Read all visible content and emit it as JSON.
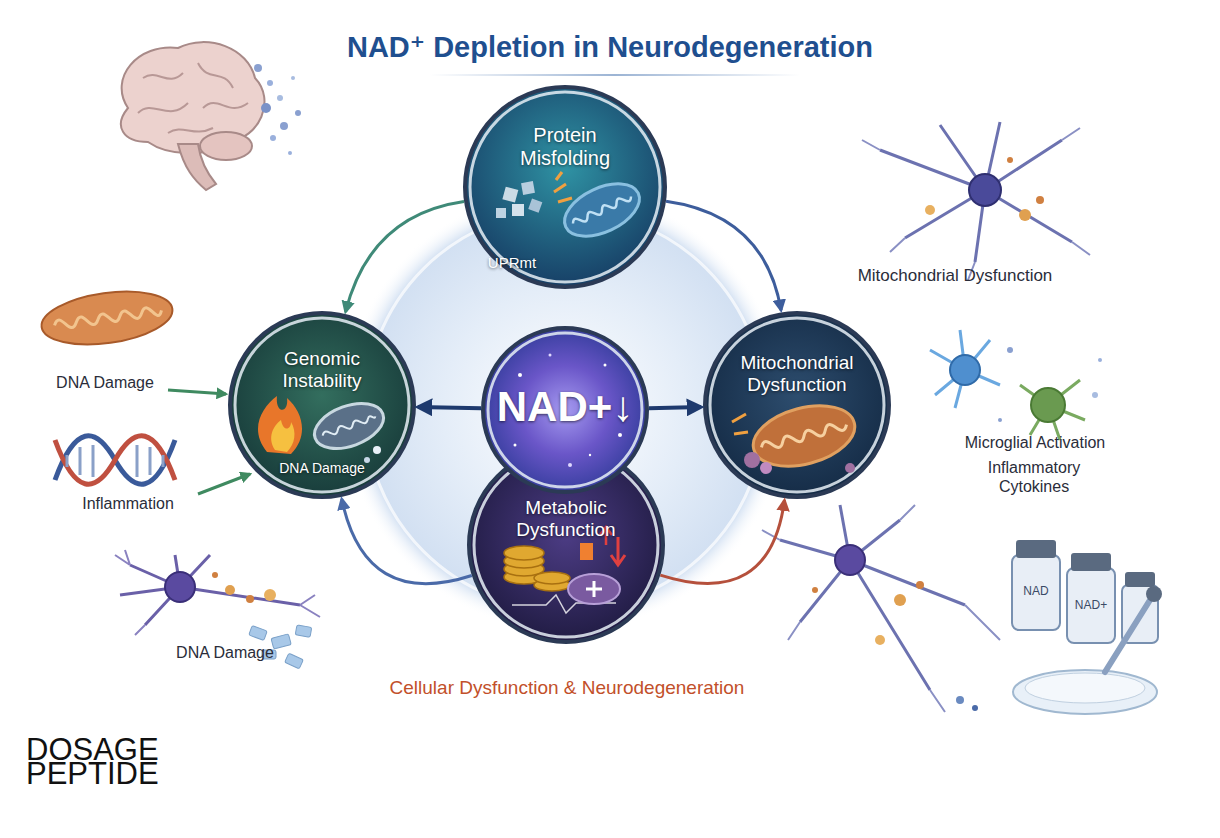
{
  "diagram": {
    "title": "NAD⁺ Depletion in Neurodegeneration",
    "caption": "Cellular Dysfunction & Neurodegeneration",
    "nodes": [
      {
        "text": [
          "Protein Misfolding",
          "UPRmt"
        ]
      },
      {
        "text": [
          "Genomic Instability",
          "DNA Damage"
        ]
      },
      {
        "text": [
          "NAD+↓"
        ]
      },
      {
        "text": [
          "Mitochondrial Dysfunction"
        ]
      },
      {
        "text": [
          "Metabolic Dysfunction"
        ]
      }
    ],
    "edges": [
      {
        "from": 2,
        "to": 1,
        "arrow": "to"
      },
      {
        "from": 2,
        "to": 3,
        "arrow": "to"
      },
      {
        "from": 0,
        "to": 1,
        "arrow": "to"
      },
      {
        "from": 0,
        "to": 3,
        "arrow": "to"
      },
      {
        "from": 4,
        "to": 1,
        "arrow": "to"
      },
      {
        "from": 4,
        "to": 3,
        "arrow": "to"
      }
    ],
    "labels": [
      "DNA Damage",
      "Inflammation",
      "DNA Damage",
      "Mitochondrial Dysfunction",
      "Microglial Activation",
      "Inflammatory Cytokines",
      "NAD",
      "NAD+",
      "DOSAGE PEPTIDE"
    ]
  }
}
